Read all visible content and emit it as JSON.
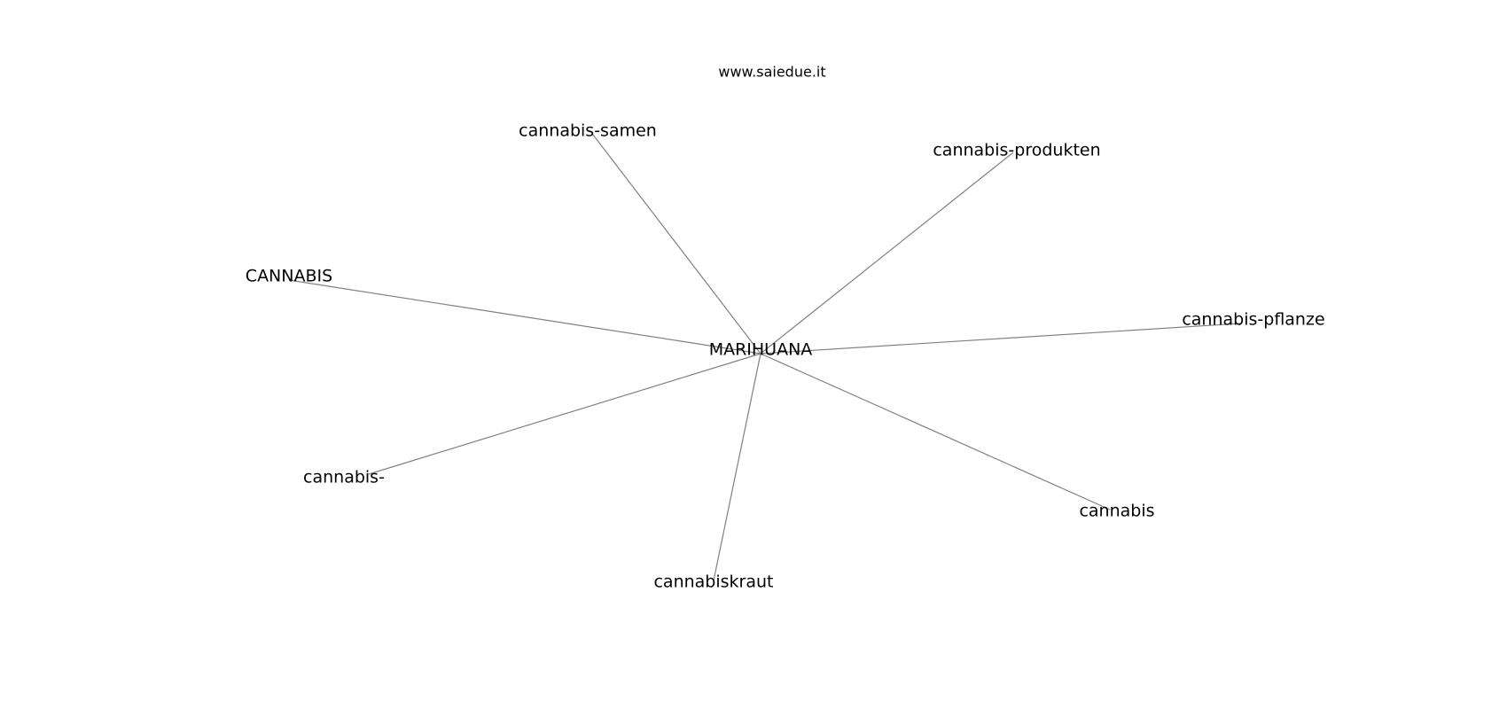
{
  "watermark": "www.saiedue.it",
  "colors": {
    "edge": "#808080",
    "label": "#000000",
    "background": "#ffffff"
  },
  "graph": {
    "center": "MARIHUANA",
    "nodes": [
      "MARIHUANA",
      "cannabis-samen",
      "cannabis-produkten",
      "CANNABIS",
      "cannabis-pflanze",
      "cannabis-",
      "cannabis",
      "cannabiskraut"
    ],
    "edges": [
      [
        "MARIHUANA",
        "cannabis-samen"
      ],
      [
        "MARIHUANA",
        "cannabis-produkten"
      ],
      [
        "MARIHUANA",
        "CANNABIS"
      ],
      [
        "MARIHUANA",
        "cannabis-pflanze"
      ],
      [
        "MARIHUANA",
        "cannabis-"
      ],
      [
        "MARIHUANA",
        "cannabis"
      ],
      [
        "MARIHUANA",
        "cannabiskraut"
      ]
    ]
  }
}
